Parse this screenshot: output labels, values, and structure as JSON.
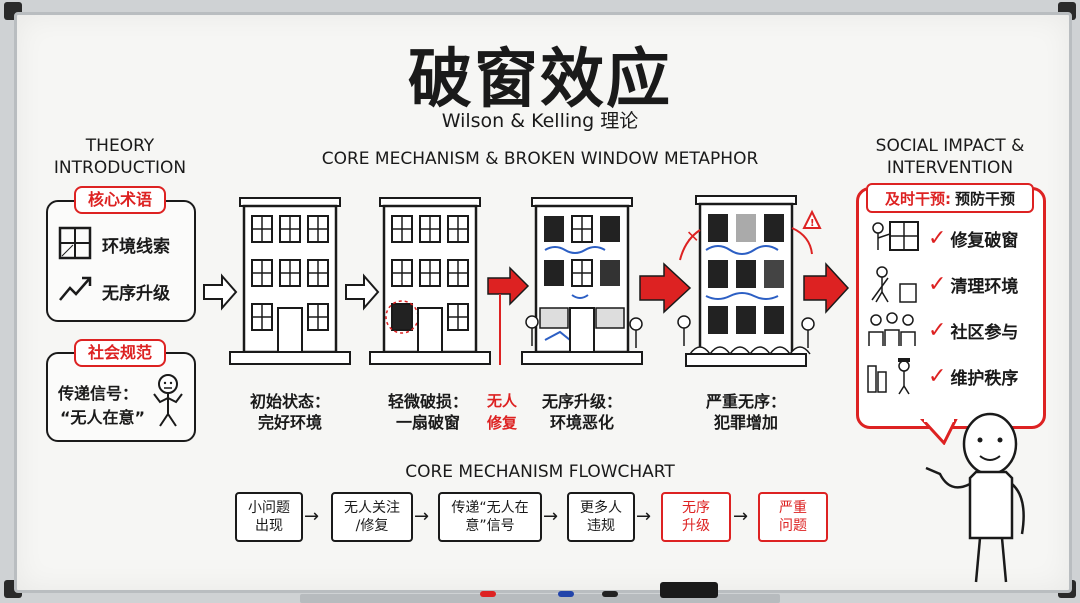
{
  "title": "破窗效应",
  "subtitle": "Wilson & Kelling 理论",
  "left": {
    "heading_line1": "THEORY",
    "heading_line2": "INTRODUCTION",
    "core_terms_tag": "核心术语",
    "term1": "环境线索",
    "term2": "无序升级",
    "social_norms_tag": "社会规范",
    "signal_line1": "传递信号：",
    "signal_line2": "“无人在意”"
  },
  "middle": {
    "heading": "CORE MECHANISM & BROKEN WINDOW METAPHOR",
    "stages": [
      {
        "line1": "初始状态：",
        "line2": "完好环境"
      },
      {
        "line1": "轻微破损：",
        "line2": "一扇破窗"
      },
      {
        "line1": "无序升级：",
        "line2": "环境恶化"
      },
      {
        "line1": "严重无序：",
        "line2": "犯罪增加"
      }
    ],
    "no_repair_line1": "无人",
    "no_repair_line2": "修复"
  },
  "right": {
    "heading_line1": "SOCIAL IMPACT &",
    "heading_line2": "INTERVENTION",
    "tag_red": "及时干预:",
    "tag_black": "预防干预",
    "items": [
      "修复破窗",
      "清理环境",
      "社区参与",
      "维护秩序"
    ]
  },
  "flowchart": {
    "heading": "CORE MECHANISM FLOWCHART",
    "steps": [
      {
        "line1": "小问题",
        "line2": "出现"
      },
      {
        "line1": "无人关注",
        "line2": "/修复"
      },
      {
        "line1": "传递“无人在",
        "line2": "意”信号"
      },
      {
        "line1": "更多人",
        "line2": "违规"
      },
      {
        "line1": "无序",
        "line2": "升级"
      },
      {
        "line1": "严重",
        "line2": "问题"
      }
    ]
  },
  "colors": {
    "accent": "#dd2222",
    "ink": "#1a1a1a",
    "board": "#f6f6f4"
  }
}
